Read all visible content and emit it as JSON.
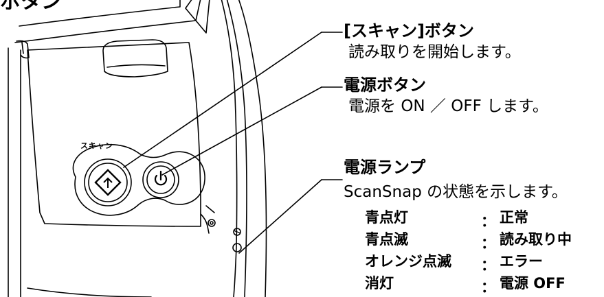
{
  "figure": {
    "title_fragment": "ボタン",
    "device_labels": {
      "scan_button_print": "スキャン"
    }
  },
  "callouts": {
    "scan": {
      "heading": "[スキャン]ボタン",
      "description": "読み取りを開始します。"
    },
    "power": {
      "heading": "電源ボタン",
      "description_prefix": "電源を ",
      "description_on": "ON",
      "description_slash": " ／ ",
      "description_off": "OFF",
      "description_suffix": " します。"
    },
    "lamp": {
      "heading": "電源ランプ",
      "description_product": "ScanSnap",
      "description_suffix": " の状態を示します。",
      "states": [
        {
          "state": "青点灯",
          "meaning": "正常"
        },
        {
          "state": "青点滅",
          "meaning": "読み取り中"
        },
        {
          "state": "オレンジ点滅",
          "meaning": "エラー"
        },
        {
          "state": "消灯",
          "meaning": "電源 OFF"
        }
      ],
      "separator": "："
    }
  },
  "colors": {
    "line": "#000000",
    "background": "#ffffff"
  }
}
